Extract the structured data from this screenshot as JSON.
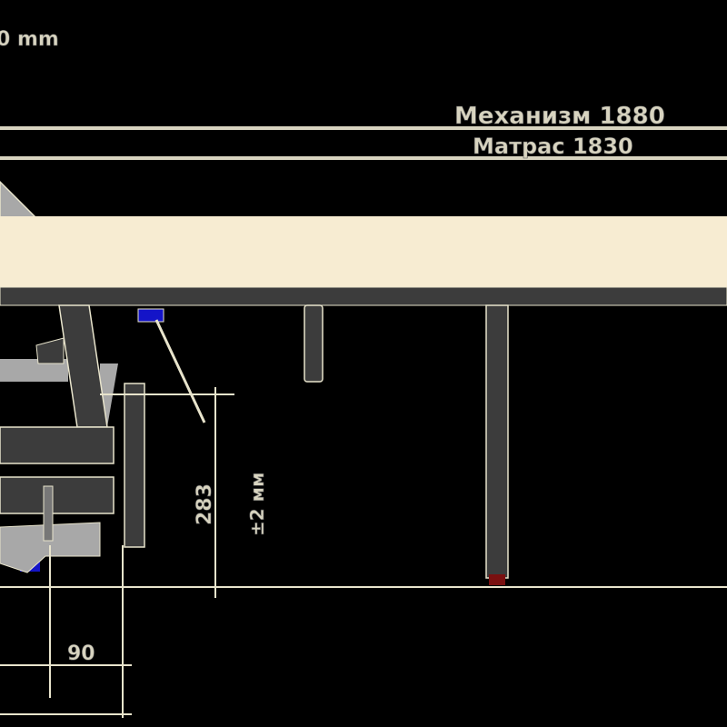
{
  "labels": {
    "top_left": "0 mm",
    "mechanism": "Механизм 1880",
    "mattress": "Матрас 1830",
    "height_dim": "283",
    "tolerance": "±2 мм",
    "depth_dim": "90"
  },
  "colors": {
    "mattress": "#f7ecd2",
    "frame": "#3c3c3c",
    "bracket": "#a8a8a8",
    "line": "#e8e4cc",
    "pad_blue": "#1414c8",
    "foot_red": "#7a1010"
  }
}
